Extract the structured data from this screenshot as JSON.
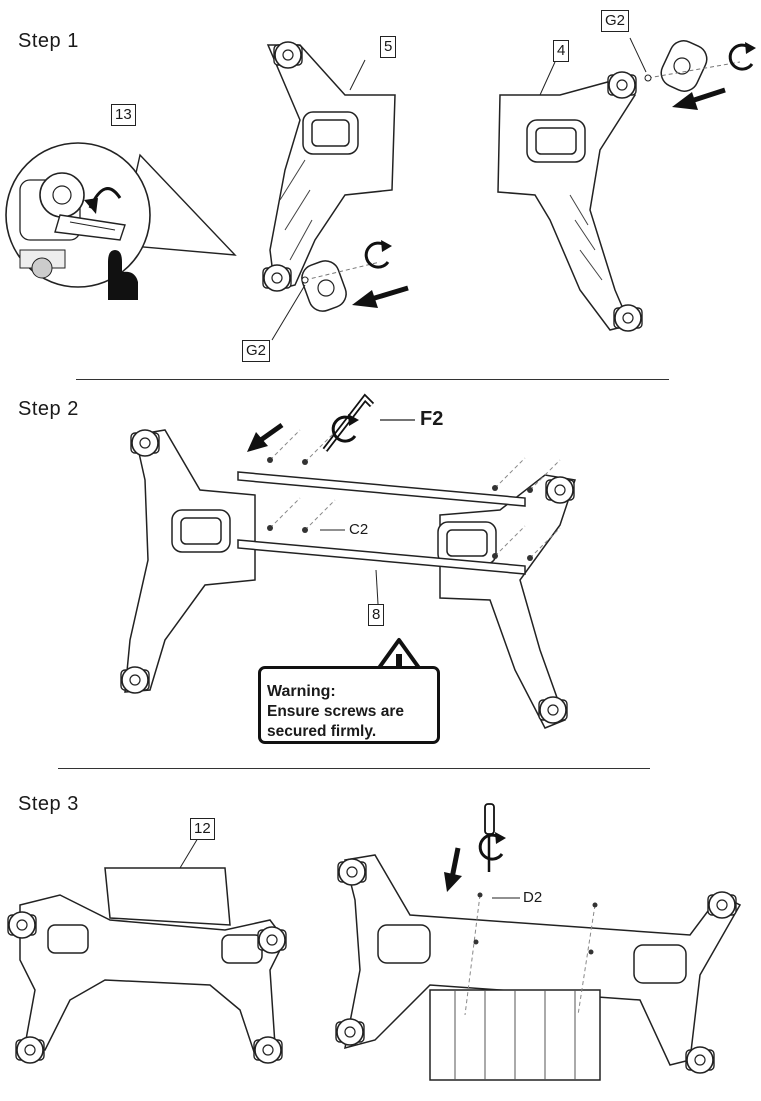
{
  "steps": {
    "step1": {
      "title": "Step 1",
      "labels": {
        "detail": "13",
        "left_leg": "5",
        "right_leg": "4",
        "caster_top": "G2",
        "caster_bottom": "G2"
      }
    },
    "step2": {
      "title": "Step 2",
      "labels": {
        "tool": "F2",
        "screws": "C2",
        "bar": "8"
      },
      "warning": {
        "title": "Warning:",
        "line1": "Ensure screws are",
        "line2": "secured firmly."
      }
    },
    "step3": {
      "title": "Step 3",
      "labels": {
        "panel": "12",
        "screws": "D2"
      }
    }
  },
  "icons": [
    "wheel-caster-icon",
    "rotate-arrow-icon",
    "push-arrow-icon",
    "hex-key-icon",
    "screwdriver-icon",
    "finger-press-icon",
    "warning-triangle-icon"
  ]
}
